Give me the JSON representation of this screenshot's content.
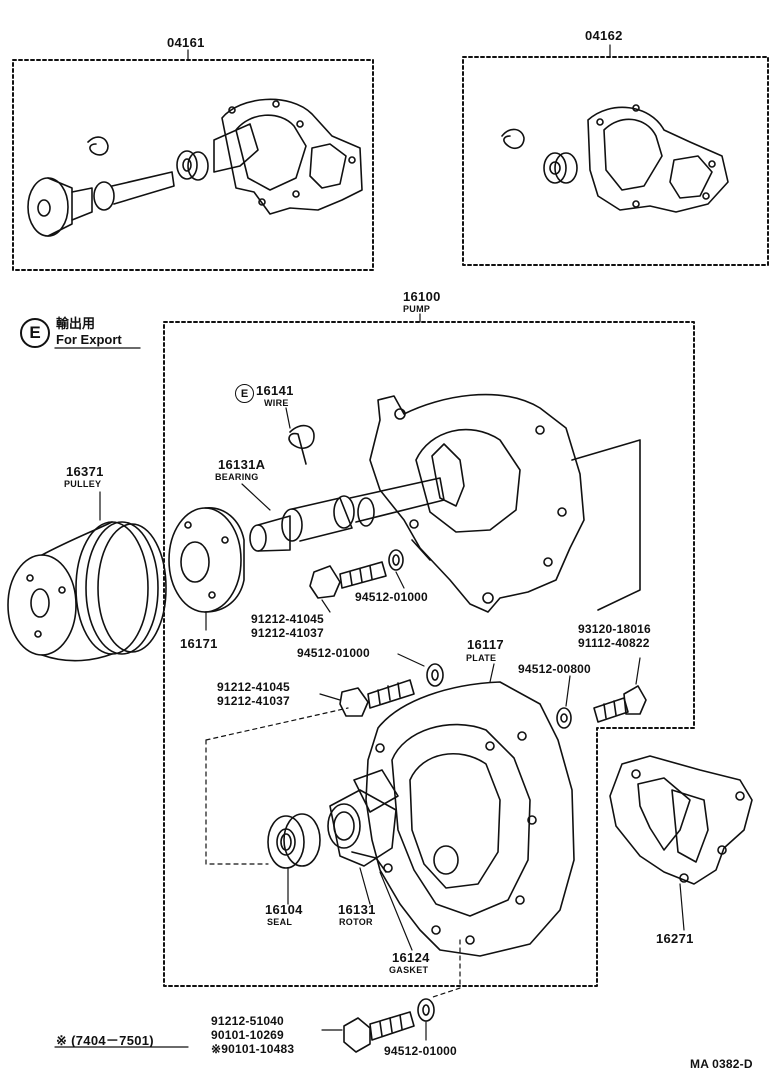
{
  "kits": {
    "kit_a": {
      "part_no": "04161"
    },
    "kit_b": {
      "part_no": "04162"
    }
  },
  "pump": {
    "part_no": "16100",
    "name": "PUMP"
  },
  "legend": {
    "symbol": "E",
    "japanese": "輸出用",
    "english": "For Export"
  },
  "parts": {
    "wire": {
      "part_no": "16141",
      "name": "WIRE",
      "flag": "E"
    },
    "bearing": {
      "part_no": "16131A",
      "name": "BEARING"
    },
    "pulley": {
      "part_no": "16371",
      "name": "PULLEY"
    },
    "hub": {
      "part_no": "16171"
    },
    "plate": {
      "part_no": "16117",
      "name": "PLATE"
    },
    "seal": {
      "part_no": "16104",
      "name": "SEAL"
    },
    "rotor": {
      "part_no": "16131",
      "name": "ROTOR"
    },
    "gasket": {
      "part_no": "16124",
      "name": "GASKET"
    },
    "outer_gasket": {
      "part_no": "16271"
    }
  },
  "fasteners": {
    "bolt_upper": {
      "a": "91212-41045",
      "b": "91212-41037"
    },
    "washer_upper": {
      "part_no": "94512-01000"
    },
    "washer_mid": {
      "part_no": "94512-01000"
    },
    "bolt_mid": {
      "a": "91212-41045",
      "b": "91212-41037"
    },
    "washer_right": {
      "part_no": "94512-00800"
    },
    "bolt_right": {
      "a": "93120-18016",
      "b": "91112-40822"
    },
    "bolt_lower": {
      "a": "91212-51040",
      "b": "90101-10269",
      "c": "90101-10483"
    },
    "washer_lower": {
      "part_no": "94512-01000"
    }
  },
  "footnote": {
    "marker": "※",
    "range": "(7404－7501)",
    "line_marker": "※"
  },
  "drawing_id": "MA 0382-D"
}
